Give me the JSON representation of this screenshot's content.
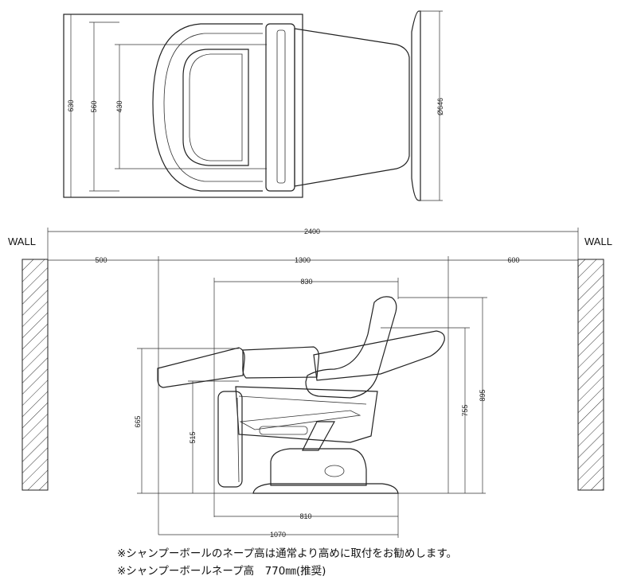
{
  "top_view": {
    "dim_630": "630",
    "dim_560": "560",
    "dim_430": "430",
    "dim_diameter": "Ø646"
  },
  "side_view": {
    "wall_left": "WALL",
    "wall_right": "WALL",
    "dim_2400": "2400",
    "dim_500": "500",
    "dim_1300": "1300",
    "dim_600": "600",
    "dim_830": "830",
    "dim_665": "665",
    "dim_515": "515",
    "dim_755": "755",
    "dim_895": "895",
    "dim_810": "810",
    "dim_1070": "1070"
  },
  "notes": {
    "line1": "※シャンプーボールのネープ高は通常より高めに取付をお勧めします。",
    "line2": "※シャンプーボールネープ高　770㎜(推奨)"
  }
}
